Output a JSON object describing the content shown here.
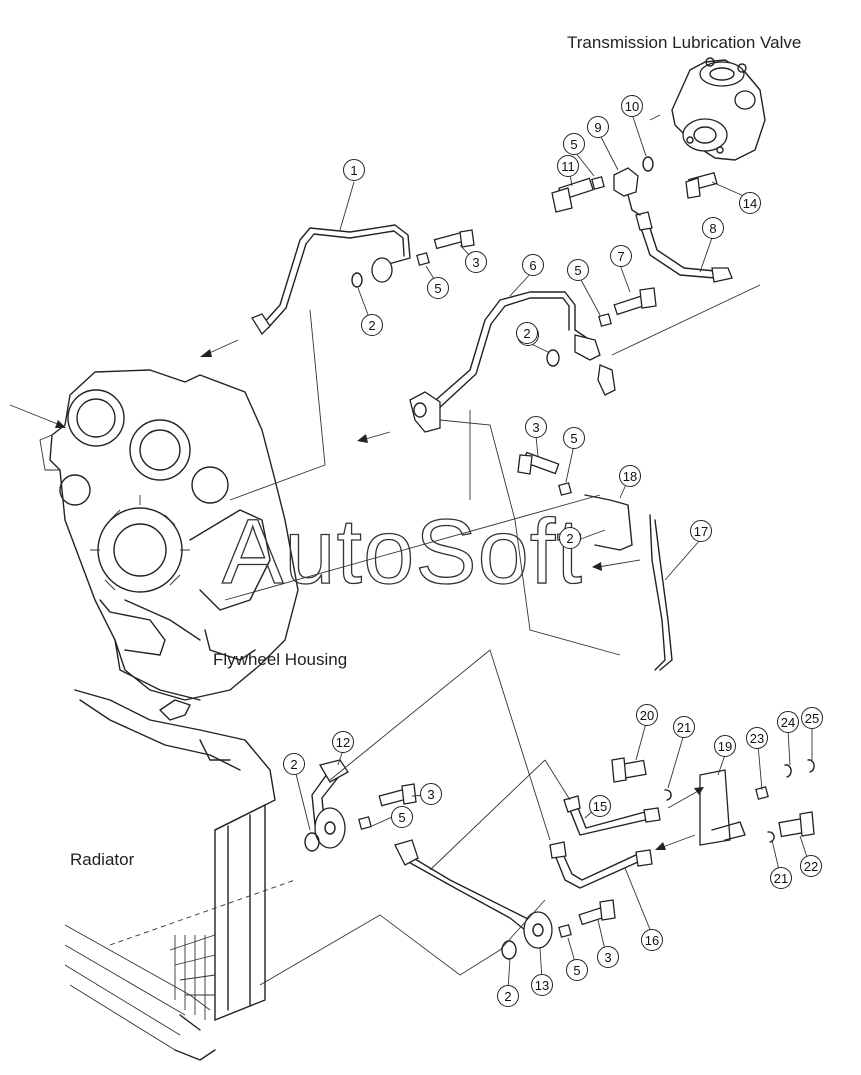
{
  "labels": {
    "valve": "Transmission Lubrication Valve",
    "flywheel": "Flywheel Housing",
    "radiator": "Radiator"
  },
  "watermark": "AutoSoft",
  "callouts": [
    {
      "n": "1"
    },
    {
      "n": "2"
    },
    {
      "n": "3"
    },
    {
      "n": "5"
    },
    {
      "n": "2"
    },
    {
      "n": "6"
    },
    {
      "n": "2"
    },
    {
      "n": "5"
    },
    {
      "n": "7"
    },
    {
      "n": "8"
    },
    {
      "n": "11"
    },
    {
      "n": "5"
    },
    {
      "n": "9"
    },
    {
      "n": "10"
    },
    {
      "n": "14"
    },
    {
      "n": "3"
    },
    {
      "n": "5"
    },
    {
      "n": "18"
    },
    {
      "n": "2"
    },
    {
      "n": "17"
    },
    {
      "n": "12"
    },
    {
      "n": "2"
    },
    {
      "n": "3"
    },
    {
      "n": "5"
    },
    {
      "n": "20"
    },
    {
      "n": "21"
    },
    {
      "n": "19"
    },
    {
      "n": "23"
    },
    {
      "n": "24"
    },
    {
      "n": "25"
    },
    {
      "n": "15"
    },
    {
      "n": "21"
    },
    {
      "n": "22"
    },
    {
      "n": "16"
    },
    {
      "n": "3"
    },
    {
      "n": "5"
    },
    {
      "n": "13"
    },
    {
      "n": "2"
    }
  ]
}
